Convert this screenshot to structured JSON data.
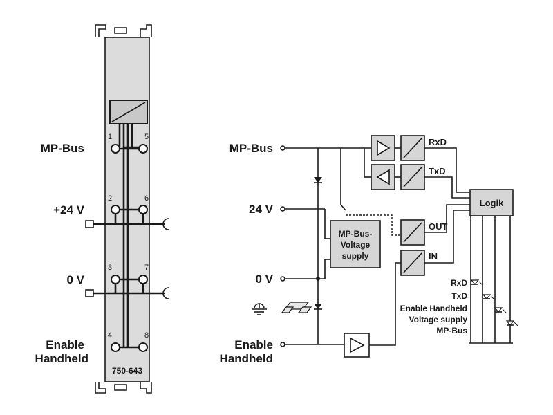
{
  "module": {
    "part_number": "750-643",
    "channels": [
      {
        "label": "MP-Bus",
        "pins": [
          "1",
          "5"
        ]
      },
      {
        "label": "+24 V",
        "pins": [
          "2",
          "6"
        ]
      },
      {
        "label": "0 V",
        "pins": [
          "3",
          "7"
        ]
      },
      {
        "label": "Enable\nHandheld",
        "line1": "Enable",
        "line2": "Handheld",
        "pins": [
          "4",
          "8"
        ]
      }
    ]
  },
  "schematic": {
    "inputs": {
      "mpbus": "MP-Bus",
      "v24": "24 V",
      "v0": "0 V",
      "enable_line1": "Enable",
      "enable_line2": "Handheld"
    },
    "signals": {
      "rxd": "RxD",
      "txd": "TxD",
      "out": "OUT",
      "in": "IN"
    },
    "supply_block": {
      "line1": "MP-Bus-",
      "line2": "Voltage",
      "line3": "supply"
    },
    "logic_block": "Logik",
    "leds": [
      "RxD",
      "TxD",
      "Enable Handheld",
      "Voltage supply",
      "MP-Bus"
    ]
  },
  "colors": {
    "module_fill": "#dcdcdc",
    "line": "#1a1a1a",
    "block_fill": "#d6d6d6"
  }
}
